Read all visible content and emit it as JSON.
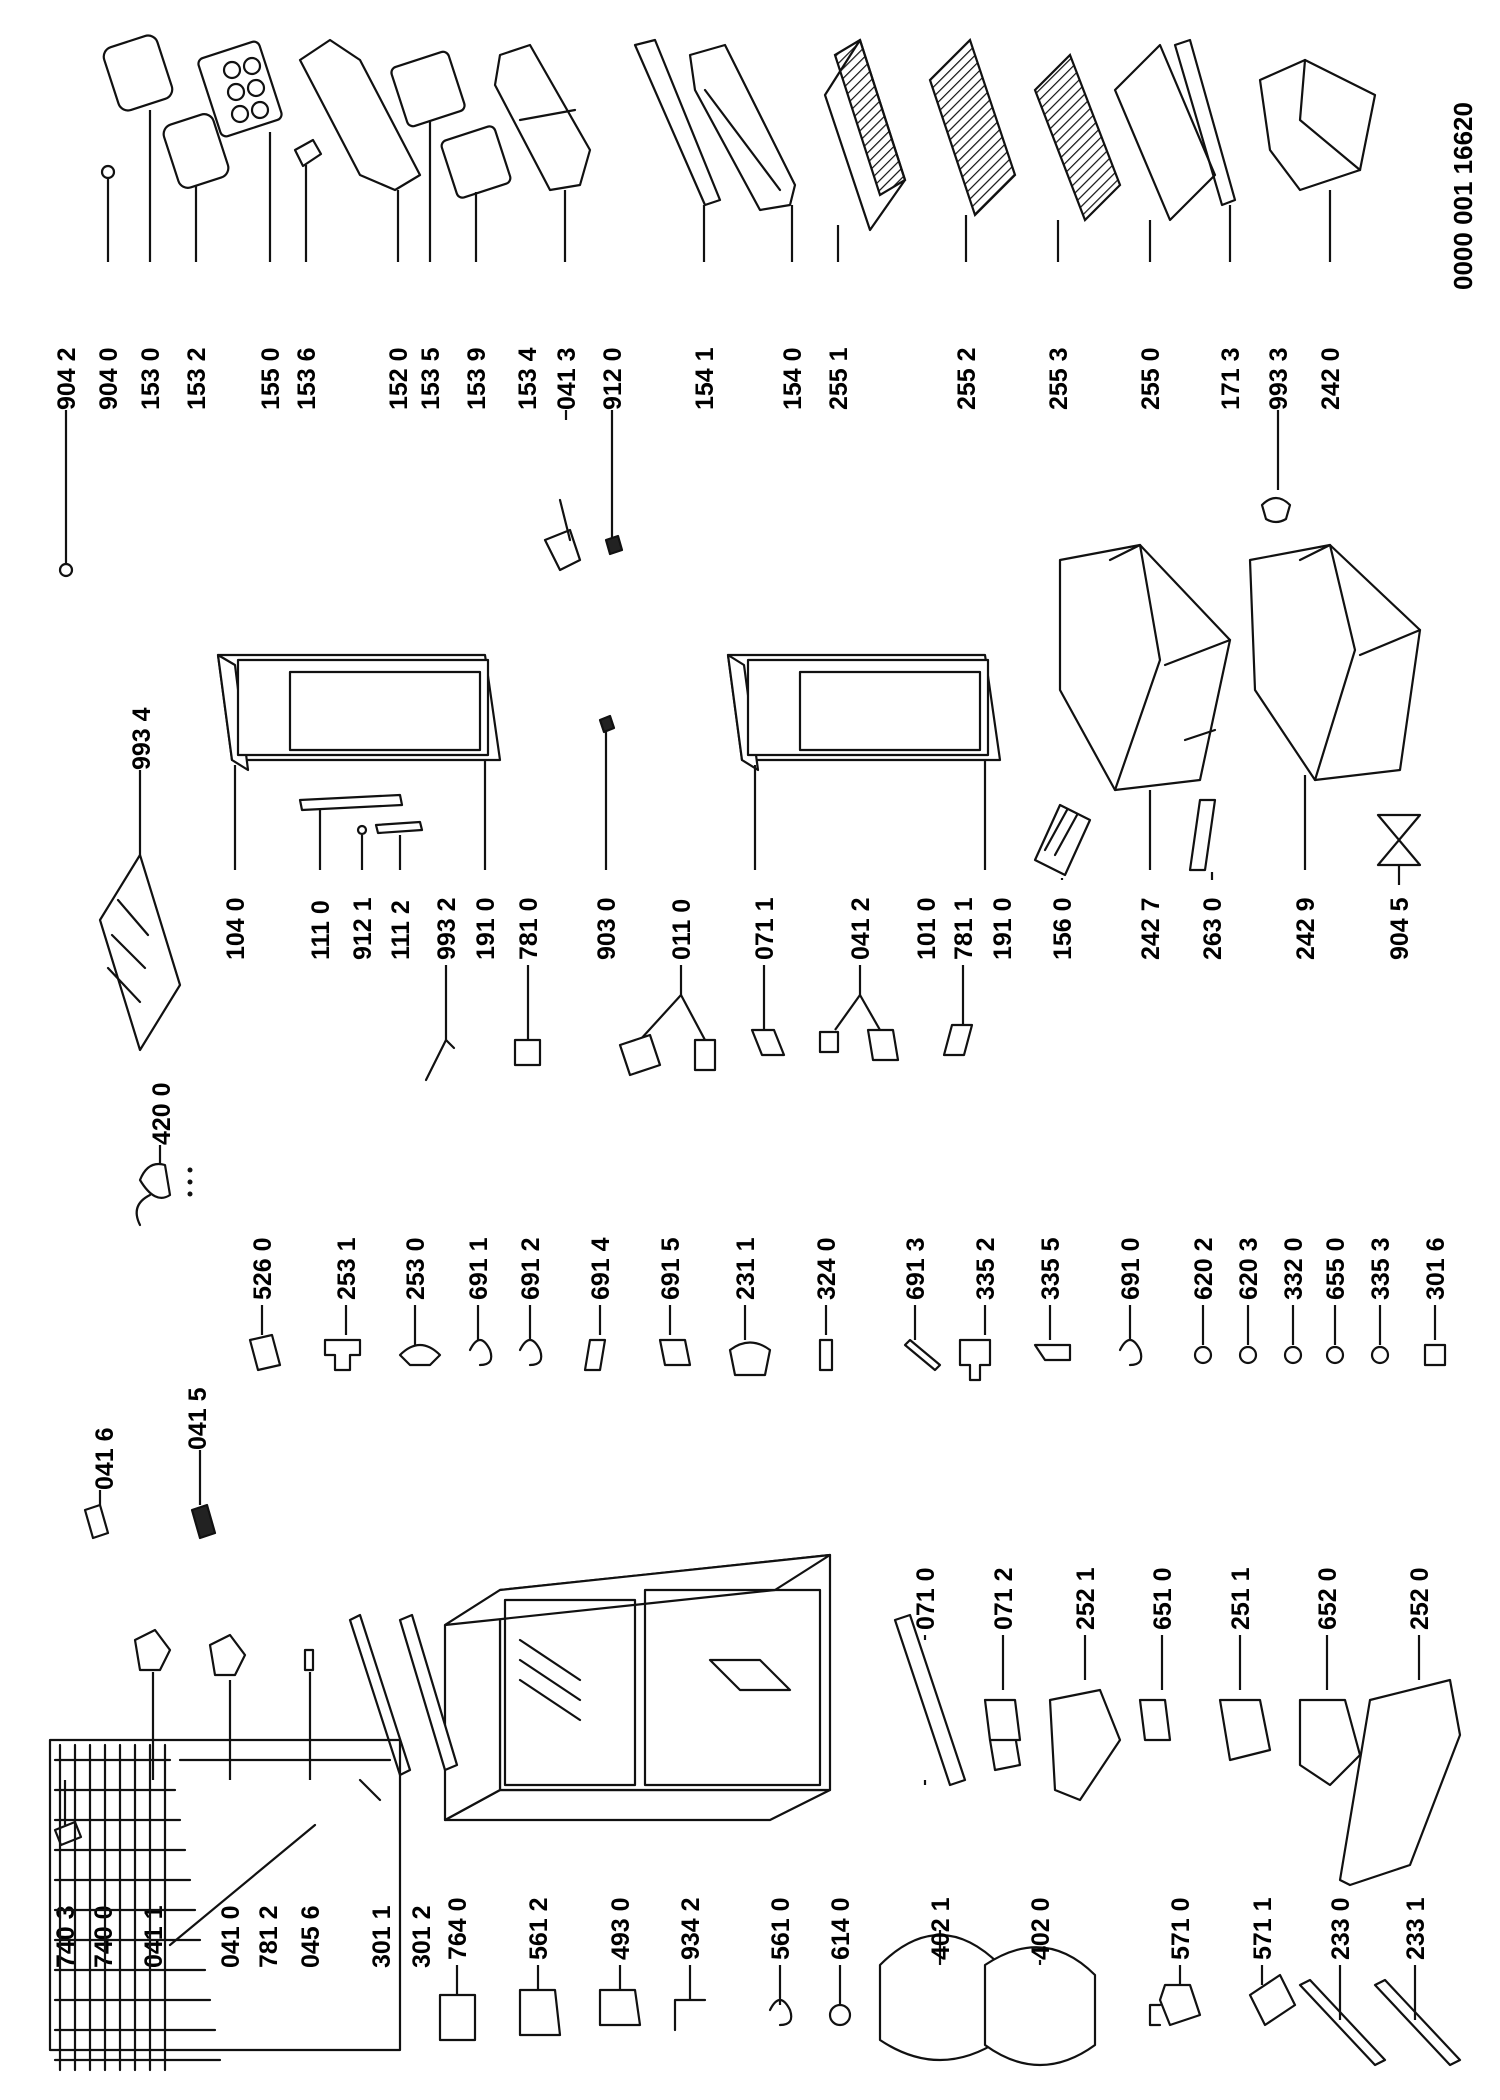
{
  "document_number": "0000 001 16620",
  "part_labels": [
    "904 2",
    "904 0",
    "153 0",
    "153 2",
    "155 0",
    "153 6",
    "152 0",
    "153 5",
    "153 9",
    "153 4",
    "041 3",
    "912 0",
    "154 1",
    "154 0",
    "255 1",
    "255 2",
    "255 3",
    "255 0",
    "171 3",
    "993 3",
    "242 0",
    "993 4",
    "104 0",
    "111 0",
    "912 1",
    "111 2",
    "993 2",
    "191 0",
    "781 0",
    "903 0",
    "011 0",
    "071 1",
    "041 2",
    "101 0",
    "781 1",
    "191 0",
    "156 0",
    "242 7",
    "263 0",
    "242 9",
    "904 5",
    "420 0",
    "526 0",
    "253 1",
    "253 0",
    "691 1",
    "691 2",
    "691 4",
    "691 5",
    "231 1",
    "324 0",
    "691 3",
    "335 2",
    "335 5",
    "691 0",
    "620 2",
    "620 3",
    "332 0",
    "655 0",
    "335 3",
    "301 6",
    "041 6",
    "041 5",
    "740 3",
    "740 0",
    "041 1",
    "041 0",
    "781 2",
    "045 6",
    "301 1",
    "301 2",
    "071 0",
    "071 2",
    "252 1",
    "651 0",
    "251 1",
    "652 0",
    "252 0",
    "764 0",
    "561 2",
    "493 0",
    "934 2",
    "561 0",
    "614 0",
    "402 1",
    "402 0",
    "571 0",
    "571 1",
    "233 0",
    "233 1"
  ]
}
